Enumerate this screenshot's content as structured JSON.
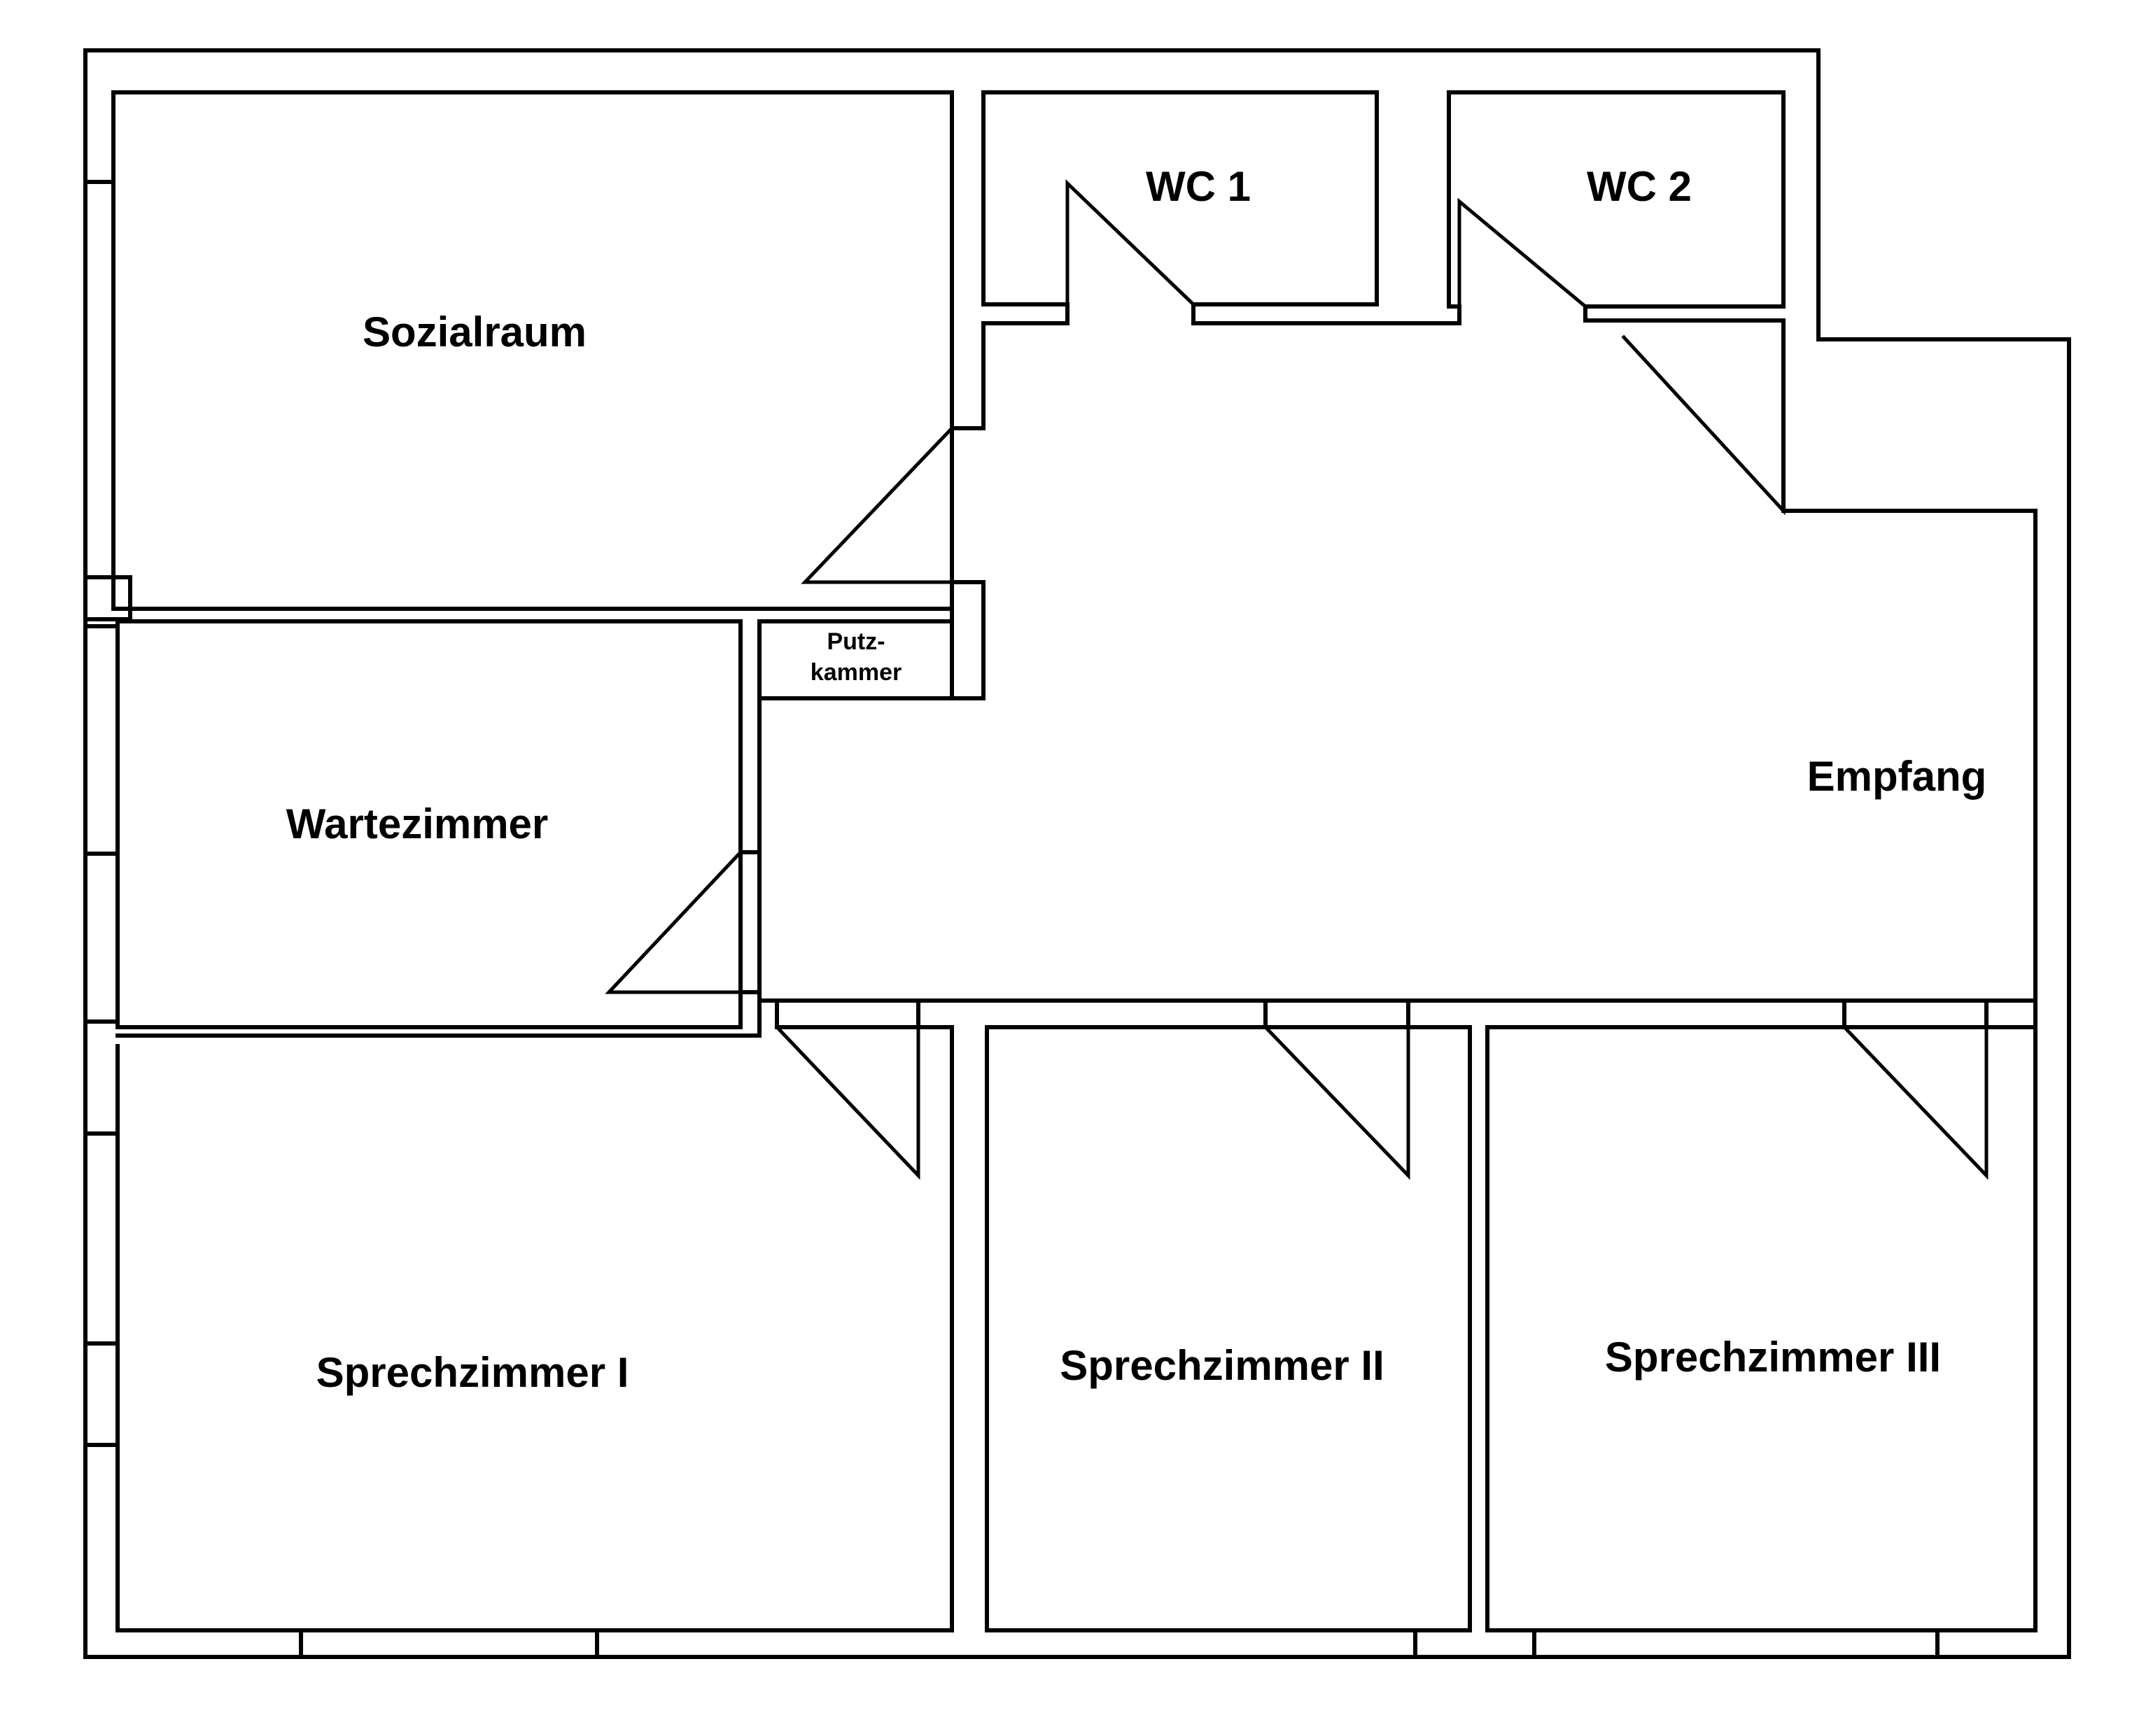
{
  "rooms": {
    "sozialraum": "Sozialraum",
    "wc1": "WC 1",
    "wc2": "WC 2",
    "putzkammer_line1": "Putz-",
    "putzkammer_line2": "kammer",
    "wartezimmer": "Wartezimmer",
    "empfang": "Empfang",
    "sprechzimmer1": "Sprechzimmer I",
    "sprechzimmer2": "Sprechzimmer II",
    "sprechzimmer3": "Sprechzimmer III"
  },
  "colors": {
    "line": "#000000",
    "background": "#ffffff"
  }
}
